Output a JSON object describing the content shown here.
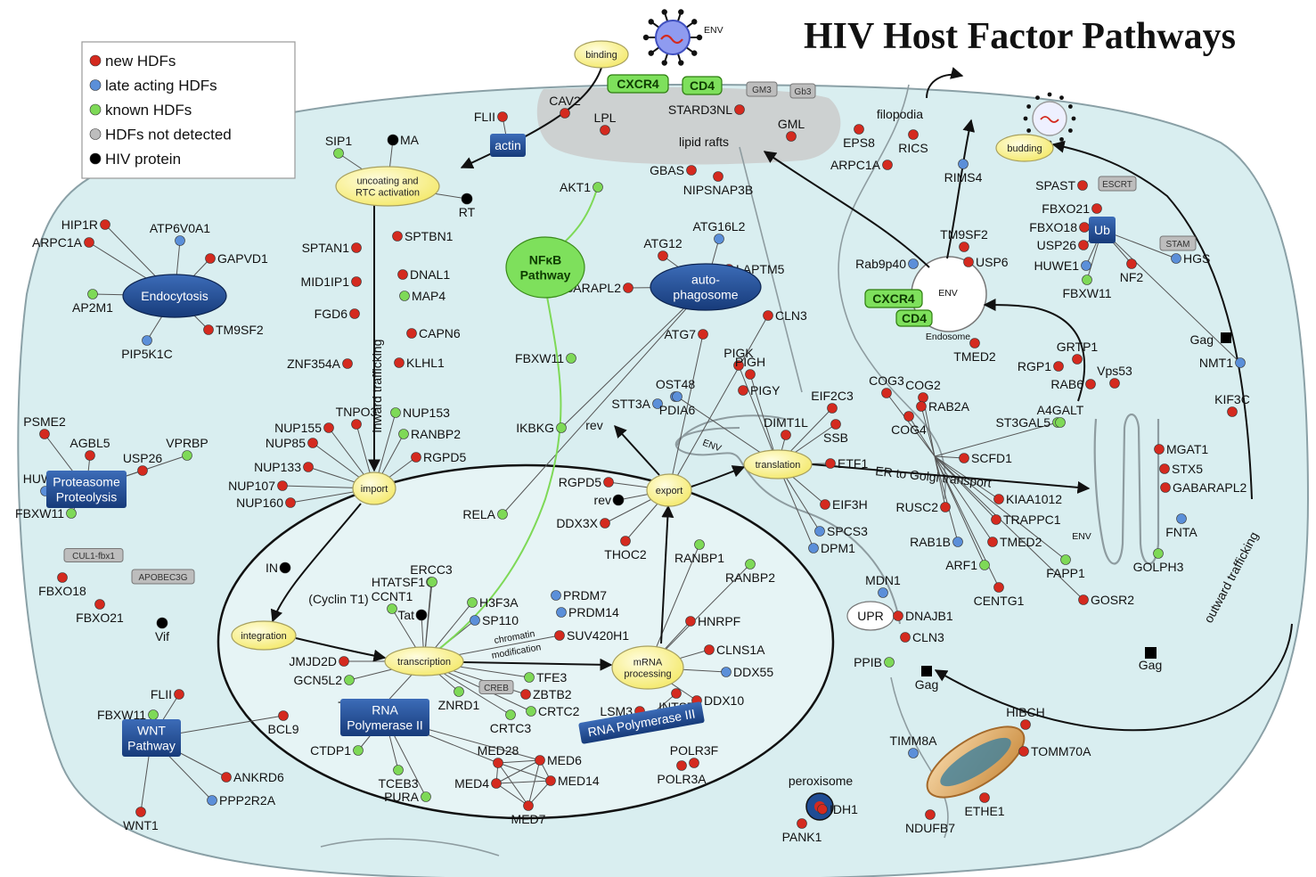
{
  "title": "HIV Host Factor Pathways",
  "legend": [
    {
      "label": "new HDFs",
      "color": "#d42a1f"
    },
    {
      "label": "late acting HDFs",
      "color": "#5b8fd9"
    },
    {
      "label": "known HDFs",
      "color": "#7ed957"
    },
    {
      "label": "HDFs not detected",
      "color": "#bdbdbd"
    },
    {
      "label": "HIV protein",
      "color": "#000000"
    }
  ],
  "colors": {
    "cell": "#d7eef0",
    "hub": "#fff7a6",
    "box": "#1f4c94",
    "green": "#7ee05c",
    "new": "#d42a1f",
    "late": "#5b8fd9",
    "known": "#7ed957",
    "grey": "#bdbdbd"
  },
  "hubs": {
    "binding": "binding",
    "uncoating": [
      "uncoating and",
      "RTC activation"
    ],
    "import": "import",
    "integration": "integration",
    "transcription": "transcription",
    "mrna": [
      "mRNA",
      "processing"
    ],
    "export": "export",
    "translation": "translation",
    "budding": "budding",
    "upr": "UPR"
  },
  "boxes": {
    "actin": "actin",
    "endocytosis": "Endocytosis",
    "proteasome": [
      "Proteasome",
      "Proteolysis"
    ],
    "wnt": [
      "WNT",
      "Pathway"
    ],
    "rnapol2": [
      "RNA",
      "Polymerase II"
    ],
    "rnapol3": "RNA Polymerase III",
    "ub": "Ub",
    "nfkb": [
      "NFκB",
      "Pathway"
    ],
    "autophagosome": [
      "auto-",
      "phagosome"
    ]
  },
  "receptors": {
    "cxcr4": "CXCR4",
    "cd4": "CD4"
  },
  "grey_tags": {
    "gm3": "GM3",
    "gb3": "Gb3",
    "escrt": "ESCRT",
    "stam": "STAM",
    "cul1": "CUL1-fbx1",
    "apobec3g": "APOBEC3G",
    "creb": "CREB"
  },
  "annotations": {
    "env_top": "ENV",
    "lipid_rafts": "lipid rafts",
    "filopodia": "filopodia",
    "inward": "inward trafficking",
    "outward": "outward trafficking",
    "er_golgi": "ER to Golgi transport",
    "endosome": "Endosome",
    "env_endo": "ENV",
    "env_er": "ENV",
    "env_golgi": "ENV",
    "chromatin": "chromatin",
    "modification": "modification",
    "peroxisome": "peroxisome",
    "gag_membrane": "Gag",
    "rev_mark": "rev"
  },
  "nodes": [
    {
      "t": "FLII",
      "c": "new"
    },
    {
      "t": "CAV2",
      "c": "new"
    },
    {
      "t": "LPL",
      "c": "new"
    },
    {
      "t": "STARD3NL",
      "c": "new"
    },
    {
      "t": "GML",
      "c": "new"
    },
    {
      "t": "GBAS",
      "c": "new"
    },
    {
      "t": "NIPSNAP3B",
      "c": "new"
    },
    {
      "t": "AKT1",
      "c": "known"
    },
    {
      "t": "EPS8",
      "c": "new"
    },
    {
      "t": "RICS",
      "c": "new"
    },
    {
      "t": "ARPC1A",
      "c": "new"
    },
    {
      "t": "SIP1",
      "c": "known"
    },
    {
      "t": "MA",
      "c": "hiv"
    },
    {
      "t": "RT",
      "c": "hiv"
    },
    {
      "t": "SPTAN1",
      "c": "new"
    },
    {
      "t": "SPTBN1",
      "c": "new"
    },
    {
      "t": "MID1IP1",
      "c": "new"
    },
    {
      "t": "DNAL1",
      "c": "new"
    },
    {
      "t": "MAP4",
      "c": "known"
    },
    {
      "t": "FGD6",
      "c": "new"
    },
    {
      "t": "CAPN6",
      "c": "new"
    },
    {
      "t": "ZNF354A",
      "c": "new"
    },
    {
      "t": "KLHL1",
      "c": "new"
    },
    {
      "t": "HIP1R",
      "c": "new"
    },
    {
      "t": "ARPC1A",
      "c": "new"
    },
    {
      "t": "ATP6V0A1",
      "c": "late"
    },
    {
      "t": "GAPVD1",
      "c": "new"
    },
    {
      "t": "AP2M1",
      "c": "known"
    },
    {
      "t": "TM9SF2",
      "c": "new"
    },
    {
      "t": "PIP5K1C",
      "c": "late"
    },
    {
      "t": "TNPO3",
      "c": "new"
    },
    {
      "t": "NUP153",
      "c": "known"
    },
    {
      "t": "NUP155",
      "c": "new"
    },
    {
      "t": "RANBP2",
      "c": "known"
    },
    {
      "t": "NUP85",
      "c": "new"
    },
    {
      "t": "RGPD5",
      "c": "new"
    },
    {
      "t": "NUP133",
      "c": "new"
    },
    {
      "t": "NUP107",
      "c": "new"
    },
    {
      "t": "NUP160",
      "c": "new"
    },
    {
      "t": "PSME2",
      "c": "new"
    },
    {
      "t": "AGBL5",
      "c": "new"
    },
    {
      "t": "USP26",
      "c": "new"
    },
    {
      "t": "VPRBP",
      "c": "known"
    },
    {
      "t": "HUWE1",
      "c": "late"
    },
    {
      "t": "FBXW11",
      "c": "known"
    },
    {
      "t": "FBXO18",
      "c": "new"
    },
    {
      "t": "FBXO21",
      "c": "new"
    },
    {
      "t": "Vif",
      "c": "hiv"
    },
    {
      "t": "IN",
      "c": "hiv"
    },
    {
      "t": "ERCC3",
      "c": "known"
    },
    {
      "t": "HTATSF1",
      "c": "known"
    },
    {
      "t": "CCNT1",
      "c": "known"
    },
    {
      "t": "(Cyclin T1)",
      "c": "none"
    },
    {
      "t": "Tat",
      "c": "hiv"
    },
    {
      "t": "H3F3A",
      "c": "known"
    },
    {
      "t": "SP110",
      "c": "late"
    },
    {
      "t": "PRDM7",
      "c": "late"
    },
    {
      "t": "PRDM14",
      "c": "late"
    },
    {
      "t": "SUV420H1",
      "c": "new"
    },
    {
      "t": "JMJD2D",
      "c": "new"
    },
    {
      "t": "GCN5L2",
      "c": "known"
    },
    {
      "t": "TFE3",
      "c": "known"
    },
    {
      "t": "ZBTB2",
      "c": "new"
    },
    {
      "t": "CRTC2",
      "c": "known"
    },
    {
      "t": "TFAP4",
      "c": "known"
    },
    {
      "t": "ZNRD1",
      "c": "known"
    },
    {
      "t": "CRTC3",
      "c": "known"
    },
    {
      "t": "BCL9",
      "c": "new"
    },
    {
      "t": "FLII",
      "c": "new"
    },
    {
      "t": "FBXW11",
      "c": "known"
    },
    {
      "t": "ANKRD6",
      "c": "new"
    },
    {
      "t": "PPP2R2A",
      "c": "late"
    },
    {
      "t": "WNT1",
      "c": "new"
    },
    {
      "t": "CTDP1",
      "c": "known"
    },
    {
      "t": "TCEB3",
      "c": "known"
    },
    {
      "t": "PURA",
      "c": "known"
    },
    {
      "t": "MED28",
      "c": "new"
    },
    {
      "t": "MED6",
      "c": "new"
    },
    {
      "t": "MED4",
      "c": "new"
    },
    {
      "t": "MED14",
      "c": "new"
    },
    {
      "t": "MED7",
      "c": "new"
    },
    {
      "t": "NFKB_FBXW11",
      "c": "known",
      "label": "FBXW11"
    },
    {
      "t": "IKBKG",
      "c": "known"
    },
    {
      "t": "RELA",
      "c": "known"
    },
    {
      "t": "ATG16L2",
      "c": "late"
    },
    {
      "t": "ATG12",
      "c": "new"
    },
    {
      "t": "LAPTM5",
      "c": "new"
    },
    {
      "t": "GABARAPL2",
      "c": "new"
    },
    {
      "t": "CLN3",
      "c": "new"
    },
    {
      "t": "ATG7",
      "c": "new"
    },
    {
      "t": "RGPD5",
      "c": "new"
    },
    {
      "t": "rev",
      "c": "hiv"
    },
    {
      "t": "DDX3X",
      "c": "new"
    },
    {
      "t": "THOC2",
      "c": "new"
    },
    {
      "t": "RANBP1",
      "c": "known"
    },
    {
      "t": "RANBP2",
      "c": "known"
    },
    {
      "t": "HNRPF",
      "c": "new"
    },
    {
      "t": "CLNS1A",
      "c": "new"
    },
    {
      "t": "DDX55",
      "c": "late"
    },
    {
      "t": "DDX10",
      "c": "new"
    },
    {
      "t": "INTS7",
      "c": "new"
    },
    {
      "t": "LSM3",
      "c": "new"
    },
    {
      "t": "POLR3F",
      "c": "new"
    },
    {
      "t": "POLR3A",
      "c": "new"
    },
    {
      "t": "OST48",
      "c": "late"
    },
    {
      "t": "STT3A",
      "c": "late"
    },
    {
      "t": "PDIA6",
      "c": "late"
    },
    {
      "t": "PIGK",
      "c": "new"
    },
    {
      "t": "PIGH",
      "c": "new"
    },
    {
      "t": "PIGY",
      "c": "new"
    },
    {
      "t": "DIMT1L",
      "c": "new"
    },
    {
      "t": "EIF2C3",
      "c": "new"
    },
    {
      "t": "SSB",
      "c": "new"
    },
    {
      "t": "ETF1",
      "c": "new"
    },
    {
      "t": "EIF3H",
      "c": "new"
    },
    {
      "t": "SPCS3",
      "c": "late"
    },
    {
      "t": "DPM1",
      "c": "late"
    },
    {
      "t": "COG3",
      "c": "new"
    },
    {
      "t": "COG2",
      "c": "new"
    },
    {
      "t": "COG4",
      "c": "new"
    },
    {
      "t": "RAB2A",
      "c": "new"
    },
    {
      "t": "ST3GAL5",
      "c": "known"
    },
    {
      "t": "SCFD1",
      "c": "new"
    },
    {
      "t": "KIAA1012",
      "c": "new"
    },
    {
      "t": "TRAPPC1",
      "c": "new"
    },
    {
      "t": "RUSC2",
      "c": "new"
    },
    {
      "t": "RAB1B",
      "c": "late"
    },
    {
      "t": "TMED2",
      "c": "new"
    },
    {
      "t": "ARF1",
      "c": "known"
    },
    {
      "t": "FAPP1",
      "c": "known"
    },
    {
      "t": "CENTG1",
      "c": "new"
    },
    {
      "t": "GOSR2",
      "c": "new"
    },
    {
      "t": "MDN1",
      "c": "late"
    },
    {
      "t": "DNAJB1",
      "c": "new"
    },
    {
      "t": "CLN3",
      "c": "new"
    },
    {
      "t": "PPIB",
      "c": "known"
    },
    {
      "t": "Gag",
      "c": "hiv"
    },
    {
      "t": "TM9SF2",
      "c": "new"
    },
    {
      "t": "USP6",
      "c": "new"
    },
    {
      "t": "Rab9p40",
      "c": "late"
    },
    {
      "t": "TMED2",
      "c": "new"
    },
    {
      "t": "GRTP1",
      "c": "new"
    },
    {
      "t": "RGP1",
      "c": "new"
    },
    {
      "t": "RAB6",
      "c": "new"
    },
    {
      "t": "Vps53",
      "c": "new"
    },
    {
      "t": "A4GALT",
      "c": "known"
    },
    {
      "t": "MGAT1",
      "c": "new"
    },
    {
      "t": "STX5",
      "c": "new"
    },
    {
      "t": "GABARAPL2",
      "c": "new"
    },
    {
      "t": "FNTA",
      "c": "late"
    },
    {
      "t": "GOLPH3",
      "c": "known"
    },
    {
      "t": "RIMS4",
      "c": "late"
    },
    {
      "t": "SPAST",
      "c": "new"
    },
    {
      "t": "FBXO21",
      "c": "new"
    },
    {
      "t": "FBXO18",
      "c": "new"
    },
    {
      "t": "USP26",
      "c": "new"
    },
    {
      "t": "HUWE1",
      "c": "late"
    },
    {
      "t": "FBXW11",
      "c": "known"
    },
    {
      "t": "NF2",
      "c": "new"
    },
    {
      "t": "HGS",
      "c": "late"
    },
    {
      "t": "NMT1",
      "c": "late"
    },
    {
      "t": "KIF3C",
      "c": "new"
    },
    {
      "t": "HIBCH",
      "c": "new"
    },
    {
      "t": "TIMM8A",
      "c": "late"
    },
    {
      "t": "TOMM70A",
      "c": "new"
    },
    {
      "t": "ETHE1",
      "c": "new"
    },
    {
      "t": "NDUFB7",
      "c": "new"
    },
    {
      "t": "PANK1",
      "c": "new"
    },
    {
      "t": "IDH1",
      "c": "new"
    }
  ]
}
